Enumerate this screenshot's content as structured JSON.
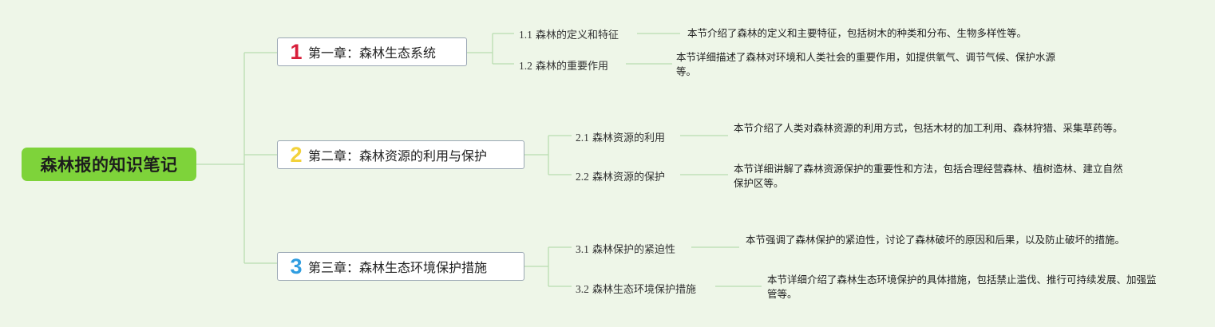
{
  "root": {
    "title": "森林报的知识笔记"
  },
  "colors": {
    "root_fill": "#7ed33a",
    "line": "#b9ddb0",
    "num1": "#d81e3a",
    "num2": "#f3d23a",
    "num3": "#2f9de0"
  },
  "chapters": [
    {
      "number": "1",
      "label": "第一章：森林生态系统",
      "sections": [
        {
          "code": "1.1",
          "title": "森林的定义和特征",
          "desc": "本节介绍了森林的定义和主要特征，包括树木的种类和分布、生物多样性等。"
        },
        {
          "code": "1.2",
          "title": "森林的重要作用",
          "desc": "本节详细描述了森林对环境和人类社会的重要作用，如提供氧气、调节气候、保护水源等。"
        }
      ]
    },
    {
      "number": "2",
      "label": "第二章：森林资源的利用与保护",
      "sections": [
        {
          "code": "2.1",
          "title": "森林资源的利用",
          "desc": "本节介绍了人类对森林资源的利用方式，包括木材的加工利用、森林狩猎、采集草药等。"
        },
        {
          "code": "2.2",
          "title": "森林资源的保护",
          "desc": "本节详细讲解了森林资源保护的重要性和方法，包括合理经营森林、植树造林、建立自然保护区等。"
        }
      ]
    },
    {
      "number": "3",
      "label": "第三章：森林生态环境保护措施",
      "sections": [
        {
          "code": "3.1",
          "title": "森林保护的紧迫性",
          "desc": "本节强调了森林保护的紧迫性，讨论了森林破坏的原因和后果，以及防止破坏的措施。"
        },
        {
          "code": "3.2",
          "title": "森林生态环境保护措施",
          "desc": "本节详细介绍了森林生态环境保护的具体措施，包括禁止滥伐、推行可持续发展、加强监管等。"
        }
      ]
    }
  ]
}
